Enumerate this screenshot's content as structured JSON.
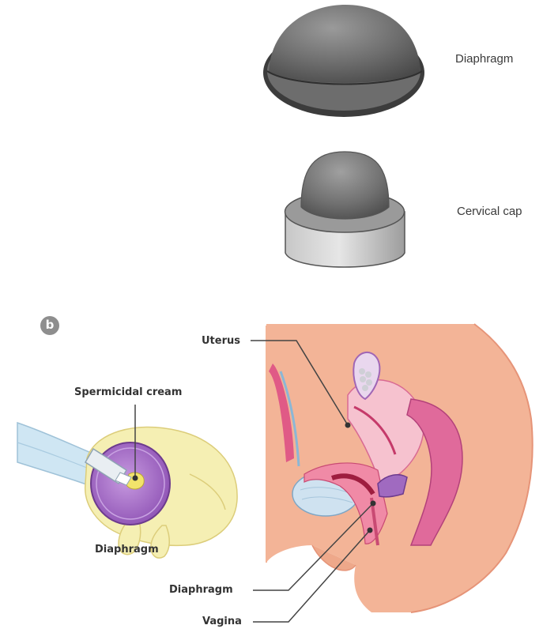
{
  "panel_a": {
    "labels": {
      "diaphragm": "Diaphragm",
      "cervical_cap": "Cervical cap"
    }
  },
  "panel_b": {
    "badge": "b",
    "labels": {
      "spermicidal_cream": "Spermicidal cream",
      "diaphragm_hand": "Diaphragm",
      "uterus": "Uterus",
      "diaphragm_section": "Diaphragm",
      "vagina": "Vagina"
    }
  },
  "colors": {
    "device_gray": "#6e6e6e",
    "skin": "#f3b497",
    "uterus_pink": "#e06a9b",
    "diaphragm_purple": "#a06ac0",
    "hand_yellow": "#f5efb3",
    "glove_blue": "#cfe6f3"
  }
}
